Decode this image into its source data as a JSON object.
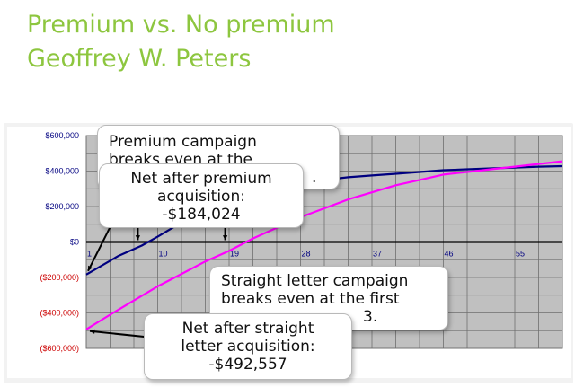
{
  "slide": {
    "title_line1": "Premium vs. No premium",
    "title_line2": "Geoffrey W. Peters"
  },
  "callouts": {
    "premium_breakeven": [
      "Premium campaign",
      "breaks even at the",
      "."
    ],
    "net_after_premium": [
      "Net after premium",
      "acquisition:",
      "-$184,024"
    ],
    "straight_breakeven": [
      "Straight letter campaign",
      "breaks even at the first",
      "3."
    ],
    "net_after_straight": [
      "Net after straight",
      "letter acquisition:",
      "-$492,557"
    ]
  },
  "colors": {
    "title": "#8dc63f",
    "plot_background": "#c0c0c0",
    "premium_series": "#000080",
    "straight_series": "#ff00ff",
    "axis_labels": "#000080",
    "negative_labels": "#cc0000"
  },
  "chart_data": {
    "type": "line",
    "xlim": [
      1,
      61
    ],
    "ylim": [
      -600000,
      600000
    ],
    "x_ticks": [
      1,
      10,
      19,
      28,
      37,
      46,
      55
    ],
    "x_tick_labels": [
      "1",
      "10",
      "19",
      "28",
      "37",
      "46",
      "55"
    ],
    "y_ticks": [
      600000,
      400000,
      200000,
      0,
      -200000,
      -400000,
      -600000
    ],
    "y_tick_labels": [
      "$600,000",
      "$400,000",
      "$200,000",
      "$0",
      "($200,000)",
      "($400,000)",
      "($600,000)"
    ],
    "grid": true,
    "series": [
      {
        "key": "premium",
        "x": [
          1,
          5,
          8,
          10,
          13,
          16,
          19,
          22,
          25,
          28,
          31,
          34,
          37,
          40,
          43,
          46,
          49,
          52,
          55,
          58,
          61
        ],
        "y": [
          -184024,
          -80000,
          -20000,
          30000,
          110000,
          180000,
          240000,
          280000,
          310000,
          330000,
          350000,
          365000,
          375000,
          385000,
          395000,
          405000,
          410000,
          415000,
          420000,
          425000,
          428000
        ]
      },
      {
        "key": "straight",
        "x": [
          1,
          4,
          7,
          10,
          13,
          16,
          19,
          22,
          25,
          28,
          31,
          34,
          37,
          40,
          43,
          46,
          49,
          52,
          55,
          58,
          61
        ],
        "y": [
          -492557,
          -410000,
          -330000,
          -250000,
          -180000,
          -110000,
          -50000,
          20000,
          80000,
          140000,
          190000,
          240000,
          280000,
          320000,
          350000,
          380000,
          395000,
          410000,
          425000,
          440000,
          455000
        ]
      }
    ]
  }
}
